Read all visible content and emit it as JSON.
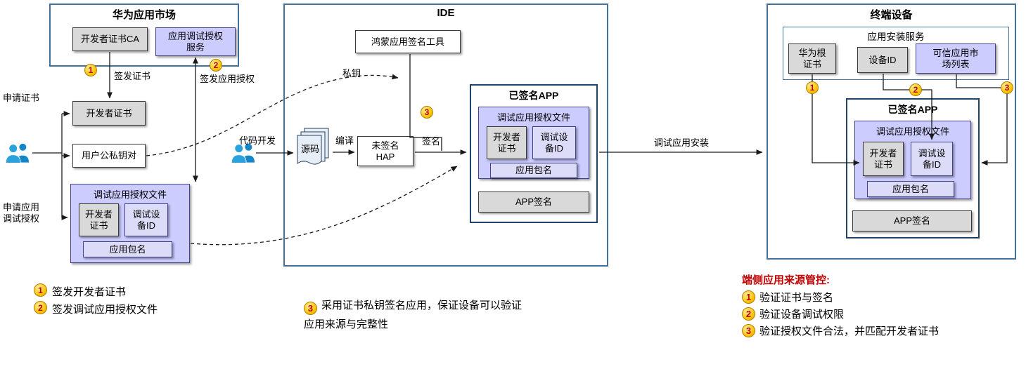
{
  "market": {
    "title": "华为应用市场",
    "ca_box": "开发者证书CA",
    "auth_service_box": "应用调试授权\n服务",
    "badge_1": "1",
    "badge_2": "2",
    "issue_cert": "签发证书",
    "issue_auth": "签发应用授权",
    "dev_cert_box": "开发者证书",
    "keypair_box": "用户公私钥对",
    "apply_cert": "申请证书",
    "apply_auth": "申请应用\n调试授权",
    "auth_file": {
      "title": "调试应用授权文件",
      "dev_cert": "开发者\n证书",
      "device_id": "调试设\n备ID",
      "package_name": "应用包名"
    }
  },
  "ide": {
    "title": "IDE",
    "sign_tool_box": "鸿蒙应用签名工具",
    "private_key": "私钥",
    "badge_3": "3",
    "code_dev": "代码开发",
    "source_code": "源码",
    "compile": "编译",
    "unsigned_hap_box": "未签名\nHAP",
    "sign": "签名",
    "signed_app": {
      "title": "已签名APP",
      "auth_file": {
        "title": "调试应用授权文件",
        "dev_cert": "开发者\n证书",
        "device_id": "调试设\n备ID",
        "package_name": "应用包名"
      },
      "app_signature": "APP签名"
    },
    "install_arrow": "调试应用安装"
  },
  "device": {
    "title": "终端设备",
    "install_service": {
      "title": "应用安装服务",
      "root_cert_box": "华为根\n证书",
      "device_id_box": "设备ID",
      "trusted_market_box": "可信应用市\n场列表"
    },
    "badge_1": "1",
    "badge_2": "2",
    "badge_3": "3",
    "signed_app": {
      "title": "已签名APP",
      "auth_file": {
        "title": "调试应用授权文件",
        "dev_cert": "开发者\n证书",
        "device_id": "调试设\n备ID",
        "package_name": "应用包名"
      },
      "app_signature": "APP签名"
    }
  },
  "notes": {
    "left": [
      {
        "n": "1",
        "text": "签发开发者证书"
      },
      {
        "n": "2",
        "text": "签发调试应用授权文件"
      }
    ],
    "middle": {
      "n": "3",
      "text": "采用证书私钥签名应用，保证设备可以验证\n应用来源与完整性"
    },
    "right": {
      "title": "端侧应用来源管控:",
      "items": [
        {
          "n": "1",
          "text": "验证证书与签名"
        },
        {
          "n": "2",
          "text": "验证设备调试权限"
        },
        {
          "n": "3",
          "text": "验证授权文件合法，并匹配开发者证书"
        }
      ]
    }
  },
  "colors": {
    "panel_border": "#41719c",
    "gray_fill": "#d9d9d9",
    "purple_fill": "#ccccff",
    "badge_fill": "#ffc000",
    "badge_text": "#c00000",
    "note_red": "#c00000",
    "person_blue": "#2aa3dc"
  }
}
